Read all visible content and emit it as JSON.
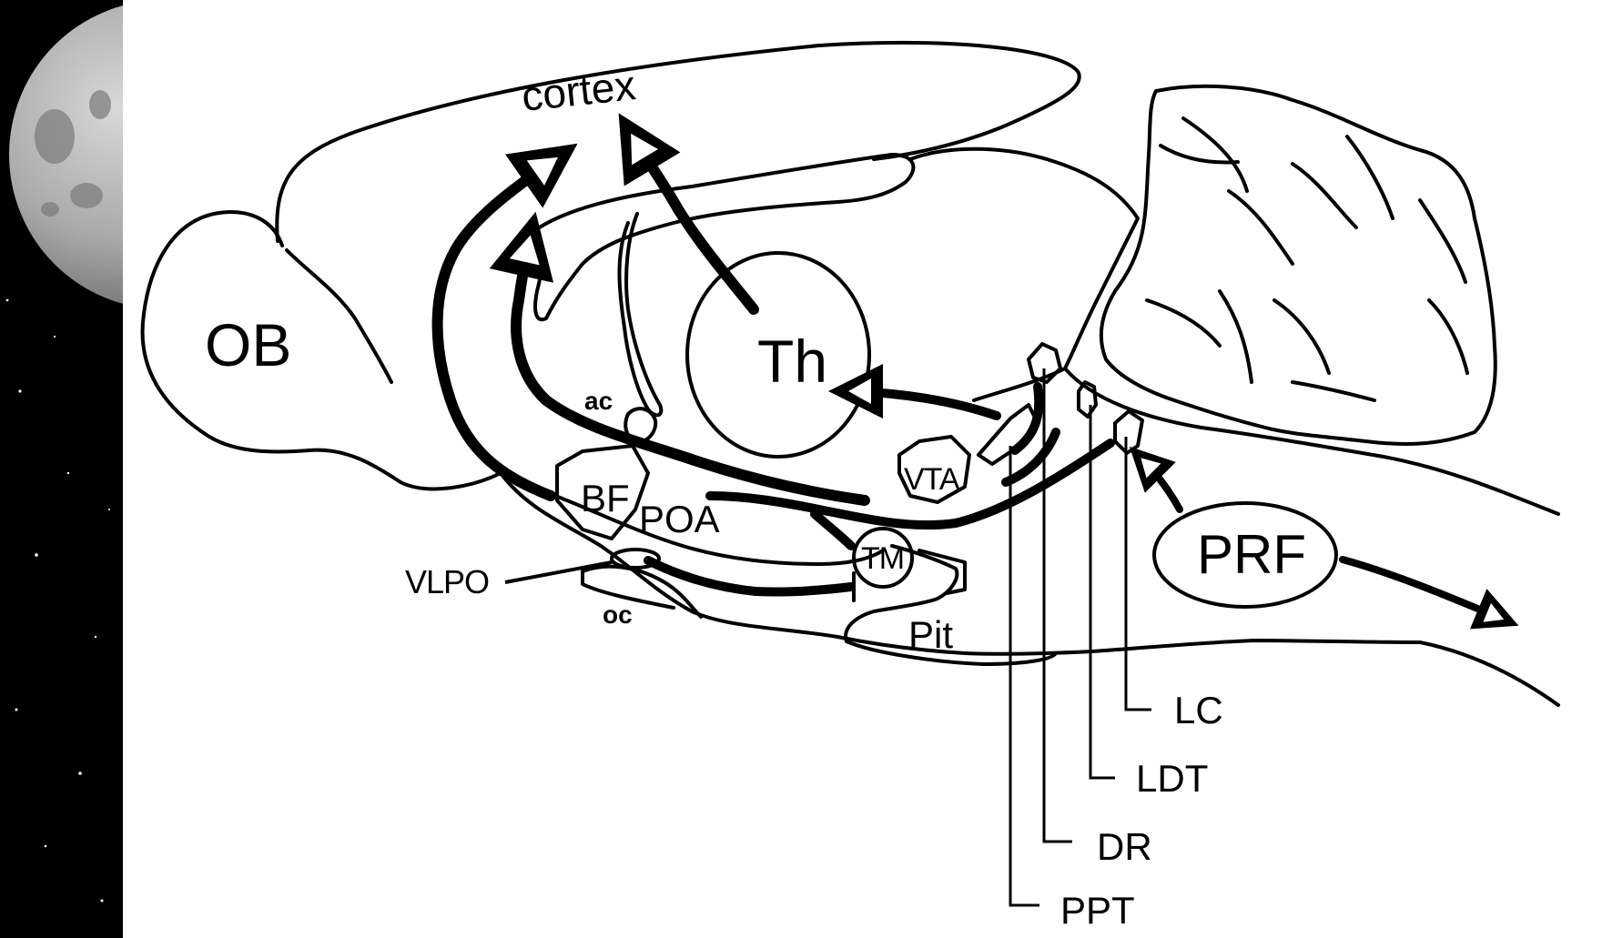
{
  "labels": {
    "cortex": "cortex",
    "ob": "OB",
    "th": "Th",
    "ac": "ac",
    "bf": "BF",
    "poa": "POA",
    "vta": "VTA",
    "tm": "TM",
    "vlpo": "VLPO",
    "oc": "oc",
    "pit": "Pit",
    "prf": "PRF",
    "lc": "LC",
    "ldt": "LDT",
    "dr": "DR",
    "ppt": "PPT"
  }
}
